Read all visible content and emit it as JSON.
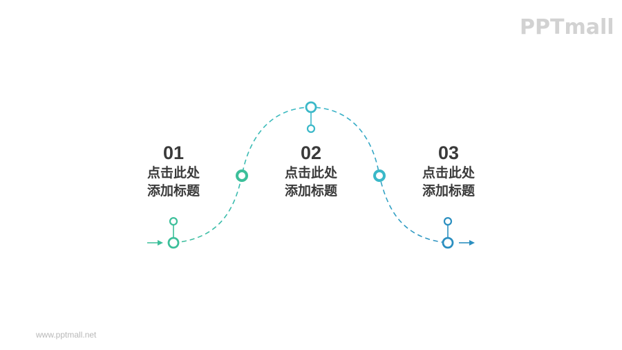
{
  "brand": {
    "logo_text": "PPTmall",
    "footer_url": "www.pptmall.net"
  },
  "colors": {
    "green": "#3cbf9a",
    "teal": "#3ab8c8",
    "blue": "#2b8fc0",
    "text": "#3a3a3a",
    "logo": "#d2d2d2"
  },
  "steps": [
    {
      "number": "01",
      "line1": "点击此处",
      "line2": "添加标题"
    },
    {
      "number": "02",
      "line1": "点击此处",
      "line2": "添加标题"
    },
    {
      "number": "03",
      "line1": "点击此处",
      "line2": "添加标题"
    }
  ]
}
